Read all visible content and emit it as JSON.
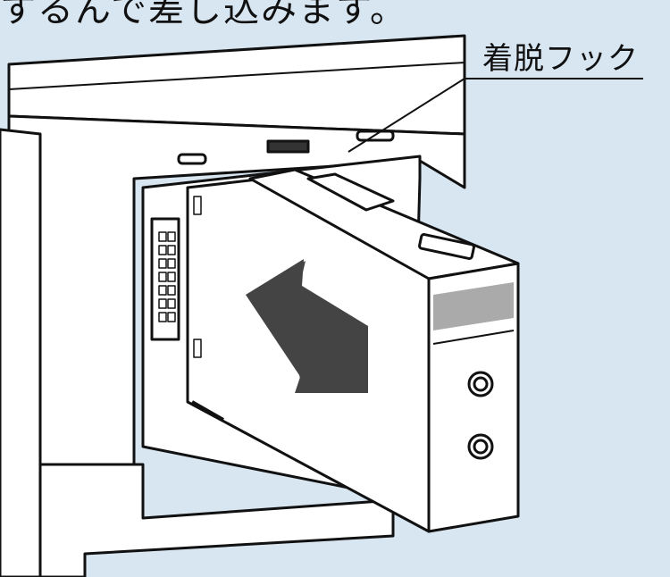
{
  "caption_fragment": "するんで差し込みます。",
  "callout": {
    "label": "着脱フック"
  },
  "colors": {
    "background": "#d8e6f2",
    "line": "#111111",
    "arrow": "#444444",
    "face_band": "#aaaaaa",
    "panel": "#ffffff"
  },
  "icons": {
    "insert_arrow": "arrow-upper-left",
    "buttons": [
      "circle-button",
      "circle-button"
    ]
  }
}
